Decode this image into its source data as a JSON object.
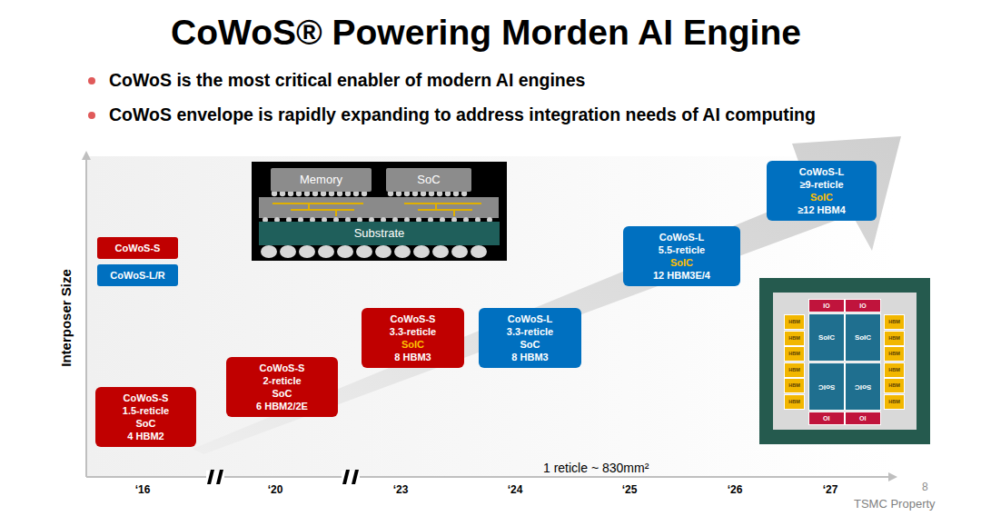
{
  "diagram": {
    "title": "CoWoS® Powering Morden AI Engine",
    "nodes": [
      {
        "text": [
          "Memory"
        ]
      },
      {
        "text": [
          "SoC"
        ]
      },
      {
        "text": [
          "Substrate"
        ]
      },
      {
        "text": [
          "CoWoS-S",
          "1.5-reticle",
          "SoC",
          "4 HBM2"
        ]
      },
      {
        "text": [
          "CoWoS-S",
          "2-reticle",
          "SoC",
          "6 HBM2/2E"
        ]
      },
      {
        "text": [
          "CoWoS-S",
          "3.3-reticle",
          "SoIC",
          "8 HBM3"
        ]
      },
      {
        "text": [
          "CoWoS-L",
          "3.3-reticle",
          "SoC",
          "8 HBM3"
        ]
      },
      {
        "text": [
          "CoWoS-L",
          "5.5-reticle",
          "SoIC",
          "12 HBM3E/4"
        ]
      },
      {
        "text": [
          "CoWoS-L",
          "≥9-reticle",
          "SoIC",
          "≥12 HBM4"
        ]
      },
      {
        "text": [
          "IO"
        ]
      },
      {
        "text": [
          "IO"
        ]
      },
      {
        "text": [
          "SoIC"
        ]
      },
      {
        "text": [
          "SoIC"
        ]
      },
      {
        "text": [
          "SoIC"
        ]
      },
      {
        "text": [
          "SoIC"
        ]
      },
      {
        "text": [
          "IO"
        ]
      },
      {
        "text": [
          "IO"
        ]
      },
      {
        "text": [
          "HBM"
        ]
      },
      {
        "text": [
          "HBM"
        ]
      },
      {
        "text": [
          "HBM"
        ]
      },
      {
        "text": [
          "HBM"
        ]
      },
      {
        "text": [
          "HBM"
        ]
      },
      {
        "text": [
          "HBM"
        ]
      },
      {
        "text": [
          "HBM"
        ]
      },
      {
        "text": [
          "HBM"
        ]
      },
      {
        "text": [
          "HBM"
        ]
      },
      {
        "text": [
          "HBM"
        ]
      },
      {
        "text": [
          "HBM"
        ]
      },
      {
        "text": [
          "HBM"
        ]
      }
    ],
    "labels": [
      "CoWoS is the most critical enabler of modern AI engines",
      "CoWoS envelope is rapidly expanding to address integration needs of AI computing",
      "Interposer Size",
      "‘16",
      "‘20",
      "‘23",
      "‘24",
      "‘25",
      "‘26",
      "‘27",
      "1 reticle ~ 830mm²",
      "8",
      "TSMC Property"
    ],
    "legend": [
      {
        "text": "CoWoS-S",
        "color": "#c00000"
      },
      {
        "text": "CoWoS-L/R",
        "color": "#0070c0"
      }
    ]
  }
}
